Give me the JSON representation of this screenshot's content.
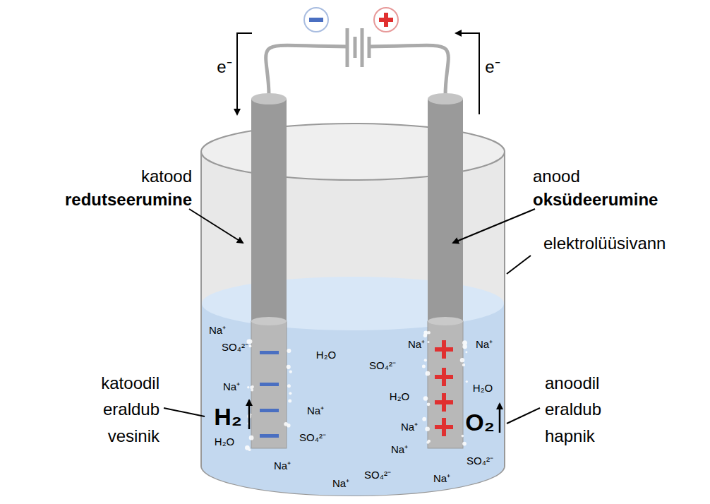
{
  "diagram": {
    "labels": [
      "e⁻",
      "e⁻",
      "katood",
      "redutseerumine",
      "anood",
      "oksüdeerumine",
      "elektrolüüsivann",
      "katoodil eraldub vesinik",
      "anoodil eraldub hapnik",
      "H₂",
      "O₂",
      "Na⁺",
      "SO₄²⁻",
      "H₂O",
      "Na⁺",
      "Na⁺",
      "H₂O",
      "SO₄²⁻",
      "Na⁺",
      "Na⁺",
      "Na⁺",
      "SO₄²⁻",
      "H₂O",
      "H₂O",
      "Na⁺",
      "Na⁺",
      "SO₄²⁻",
      "Na⁺",
      "SO₄²⁻",
      "Na⁺"
    ]
  }
}
